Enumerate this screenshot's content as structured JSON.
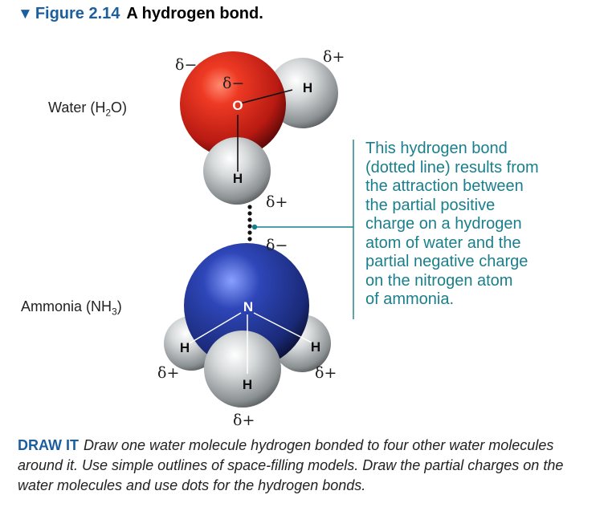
{
  "figure": {
    "number": "Figure 2.14",
    "title": "A hydrogen bond."
  },
  "labels": {
    "water_prefix": "Water (H",
    "water_sub": "2",
    "water_suffix": "O)",
    "ammonia_prefix": "Ammonia (NH",
    "ammonia_sub": "3",
    "ammonia_suffix": ")"
  },
  "atoms": {
    "oxygen": "O",
    "hydrogen": "H",
    "nitrogen": "N"
  },
  "charges": {
    "partial_negative": "δ−",
    "partial_positive": "δ+"
  },
  "callout_lines": [
    "This hydrogen bond",
    "(dotted line) results from",
    "the attraction between",
    "the partial positive",
    "charge on a hydrogen",
    "atom of water and the",
    "partial negative charge",
    "on the nitrogen atom",
    "of ammonia."
  ],
  "draw_it": {
    "lead": "DRAW IT",
    "text": "Draw one water molecule hydrogen bonded to four other water molecules around it. Use simple outlines of space-filling models. Draw the partial charges on the water molecules and use dots for the hydrogen bonds."
  },
  "colors": {
    "accent_blue": "#1c5e9e",
    "callout_teal": "#1a7f8c",
    "oxygen_red": "#d93020",
    "nitrogen_blue": "#2a3f9a",
    "hydrogen_gray": "#c8cbcc"
  }
}
